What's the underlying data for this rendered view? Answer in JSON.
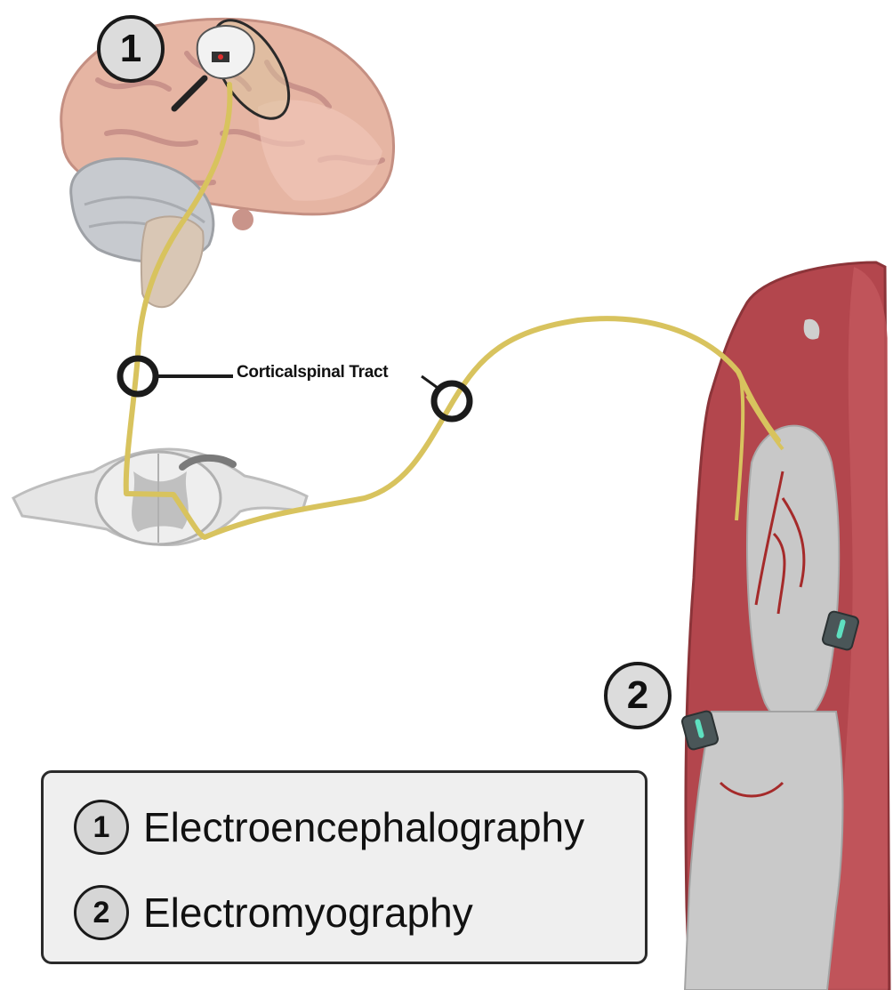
{
  "diagram": {
    "tract_label": "Corticalspinal Tract",
    "badges": [
      {
        "number": "1"
      },
      {
        "number": "2"
      }
    ]
  },
  "legend": {
    "items": [
      {
        "number": "1",
        "label": "Electroencephalography"
      },
      {
        "number": "2",
        "label": "Electromyography"
      }
    ]
  },
  "colors": {
    "nerve": "#d8c35e",
    "brain": "#e8b9a8",
    "cerebellum": "#c9ccd0",
    "muscle": "#b5474d",
    "bone": "#c8c8c8",
    "badge_fill": "#dcdcdc",
    "legend_fill": "#efefef"
  }
}
